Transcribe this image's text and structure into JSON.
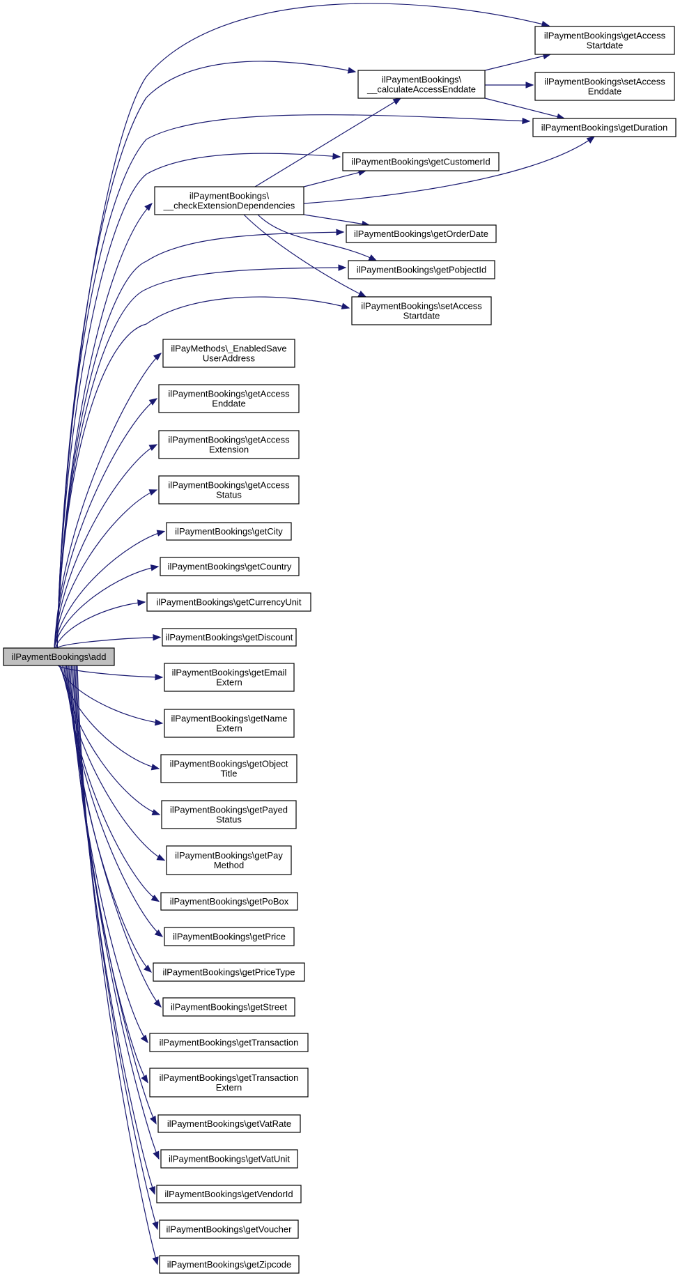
{
  "diagram": {
    "type": "call-graph",
    "edge_color": "#191970",
    "root_fill": "#bfbfbf",
    "nodes": [
      {
        "id": "add",
        "lines": [
          "ilPaymentBookings\\add"
        ],
        "root": true
      },
      {
        "id": "getAccessStartdate",
        "lines": [
          "ilPaymentBookings\\getAccess",
          "Startdate"
        ]
      },
      {
        "id": "calculateAccessEnddate",
        "lines": [
          "ilPaymentBookings\\",
          "__calculateAccessEnddate"
        ]
      },
      {
        "id": "setAccessEnddate",
        "lines": [
          "ilPaymentBookings\\setAccess",
          "Enddate"
        ]
      },
      {
        "id": "getDuration",
        "lines": [
          "ilPaymentBookings\\getDuration"
        ]
      },
      {
        "id": "getCustomerId",
        "lines": [
          "ilPaymentBookings\\getCustomerId"
        ]
      },
      {
        "id": "checkExtensionDependencies",
        "lines": [
          "ilPaymentBookings\\",
          "__checkExtensionDependencies"
        ]
      },
      {
        "id": "getOrderDate",
        "lines": [
          "ilPaymentBookings\\getOrderDate"
        ]
      },
      {
        "id": "getPobjectId",
        "lines": [
          "ilPaymentBookings\\getPobjectId"
        ]
      },
      {
        "id": "setAccessStartdate",
        "lines": [
          "ilPaymentBookings\\setAccess",
          "Startdate"
        ]
      },
      {
        "id": "EnabledSaveUserAddress",
        "lines": [
          "ilPayMethods\\_EnabledSave",
          "UserAddress"
        ]
      },
      {
        "id": "getAccessEnddate",
        "lines": [
          "ilPaymentBookings\\getAccess",
          "Enddate"
        ]
      },
      {
        "id": "getAccessExtension",
        "lines": [
          "ilPaymentBookings\\getAccess",
          "Extension"
        ]
      },
      {
        "id": "getAccessStatus",
        "lines": [
          "ilPaymentBookings\\getAccess",
          "Status"
        ]
      },
      {
        "id": "getCity",
        "lines": [
          "ilPaymentBookings\\getCity"
        ]
      },
      {
        "id": "getCountry",
        "lines": [
          "ilPaymentBookings\\getCountry"
        ]
      },
      {
        "id": "getCurrencyUnit",
        "lines": [
          "ilPaymentBookings\\getCurrencyUnit"
        ]
      },
      {
        "id": "getDiscount",
        "lines": [
          "ilPaymentBookings\\getDiscount"
        ]
      },
      {
        "id": "getEmailExtern",
        "lines": [
          "ilPaymentBookings\\getEmail",
          "Extern"
        ]
      },
      {
        "id": "getNameExtern",
        "lines": [
          "ilPaymentBookings\\getName",
          "Extern"
        ]
      },
      {
        "id": "getObjectTitle",
        "lines": [
          "ilPaymentBookings\\getObject",
          "Title"
        ]
      },
      {
        "id": "getPayedStatus",
        "lines": [
          "ilPaymentBookings\\getPayed",
          "Status"
        ]
      },
      {
        "id": "getPayMethod",
        "lines": [
          "ilPaymentBookings\\getPay",
          "Method"
        ]
      },
      {
        "id": "getPoBox",
        "lines": [
          "ilPaymentBookings\\getPoBox"
        ]
      },
      {
        "id": "getPrice",
        "lines": [
          "ilPaymentBookings\\getPrice"
        ]
      },
      {
        "id": "getPriceType",
        "lines": [
          "ilPaymentBookings\\getPriceType"
        ]
      },
      {
        "id": "getStreet",
        "lines": [
          "ilPaymentBookings\\getStreet"
        ]
      },
      {
        "id": "getTransaction",
        "lines": [
          "ilPaymentBookings\\getTransaction"
        ]
      },
      {
        "id": "getTransactionExtern",
        "lines": [
          "ilPaymentBookings\\getTransaction",
          "Extern"
        ]
      },
      {
        "id": "getVatRate",
        "lines": [
          "ilPaymentBookings\\getVatRate"
        ]
      },
      {
        "id": "getVatUnit",
        "lines": [
          "ilPaymentBookings\\getVatUnit"
        ]
      },
      {
        "id": "getVendorId",
        "lines": [
          "ilPaymentBookings\\getVendorId"
        ]
      },
      {
        "id": "getVoucher",
        "lines": [
          "ilPaymentBookings\\getVoucher"
        ]
      },
      {
        "id": "getZipcode",
        "lines": [
          "ilPaymentBookings\\getZipcode"
        ]
      }
    ],
    "edges": [
      {
        "from": "add",
        "to": "getAccessStartdate"
      },
      {
        "from": "add",
        "to": "calculateAccessEnddate"
      },
      {
        "from": "add",
        "to": "getDuration"
      },
      {
        "from": "add",
        "to": "getCustomerId"
      },
      {
        "from": "add",
        "to": "checkExtensionDependencies"
      },
      {
        "from": "add",
        "to": "getOrderDate"
      },
      {
        "from": "add",
        "to": "getPobjectId"
      },
      {
        "from": "add",
        "to": "setAccessStartdate"
      },
      {
        "from": "add",
        "to": "EnabledSaveUserAddress"
      },
      {
        "from": "add",
        "to": "getAccessEnddate"
      },
      {
        "from": "add",
        "to": "getAccessExtension"
      },
      {
        "from": "add",
        "to": "getAccessStatus"
      },
      {
        "from": "add",
        "to": "getCity"
      },
      {
        "from": "add",
        "to": "getCountry"
      },
      {
        "from": "add",
        "to": "getCurrencyUnit"
      },
      {
        "from": "add",
        "to": "getDiscount"
      },
      {
        "from": "add",
        "to": "getEmailExtern"
      },
      {
        "from": "add",
        "to": "getNameExtern"
      },
      {
        "from": "add",
        "to": "getObjectTitle"
      },
      {
        "from": "add",
        "to": "getPayedStatus"
      },
      {
        "from": "add",
        "to": "getPayMethod"
      },
      {
        "from": "add",
        "to": "getPoBox"
      },
      {
        "from": "add",
        "to": "getPrice"
      },
      {
        "from": "add",
        "to": "getPriceType"
      },
      {
        "from": "add",
        "to": "getStreet"
      },
      {
        "from": "add",
        "to": "getTransaction"
      },
      {
        "from": "add",
        "to": "getTransactionExtern"
      },
      {
        "from": "add",
        "to": "getVatRate"
      },
      {
        "from": "add",
        "to": "getVatUnit"
      },
      {
        "from": "add",
        "to": "getVendorId"
      },
      {
        "from": "add",
        "to": "getVoucher"
      },
      {
        "from": "add",
        "to": "getZipcode"
      },
      {
        "from": "calculateAccessEnddate",
        "to": "getAccessStartdate"
      },
      {
        "from": "calculateAccessEnddate",
        "to": "setAccessEnddate"
      },
      {
        "from": "calculateAccessEnddate",
        "to": "getDuration"
      },
      {
        "from": "checkExtensionDependencies",
        "to": "calculateAccessEnddate"
      },
      {
        "from": "checkExtensionDependencies",
        "to": "getCustomerId"
      },
      {
        "from": "checkExtensionDependencies",
        "to": "getDuration"
      },
      {
        "from": "checkExtensionDependencies",
        "to": "getOrderDate"
      },
      {
        "from": "checkExtensionDependencies",
        "to": "getPobjectId"
      },
      {
        "from": "checkExtensionDependencies",
        "to": "setAccessStartdate"
      }
    ]
  }
}
